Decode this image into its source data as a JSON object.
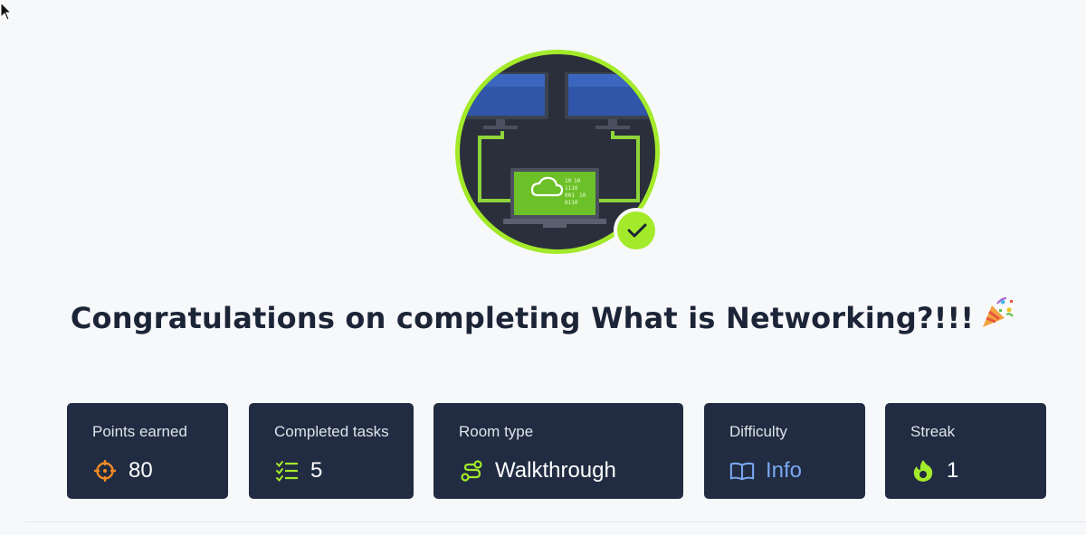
{
  "headline": {
    "text": "Congratulations on completing What is Networking?!!!",
    "emoji": "party-popper-icon"
  },
  "badge": {
    "icon": "networking-room-badge",
    "completed_icon": "check-icon",
    "screen_digits": [
      "10",
      "10",
      "1110",
      "001",
      "0110",
      "10"
    ]
  },
  "stats": [
    {
      "title": "Points earned",
      "value": "80",
      "icon": "target-icon"
    },
    {
      "title": "Completed tasks",
      "value": "5",
      "icon": "task-list-icon"
    },
    {
      "title": "Room type",
      "value": "Walkthrough",
      "icon": "route-icon"
    },
    {
      "title": "Difficulty",
      "value": "Info",
      "icon": "book-icon"
    },
    {
      "title": "Streak",
      "value": "1",
      "icon": "flame-icon"
    }
  ],
  "colors": {
    "background": "#f7f8fa",
    "card": "#212c42",
    "accent_green": "#a3ea2a",
    "points_orange": "#f08a24",
    "info_blue": "#7aa7f0",
    "headline": "#1c2538"
  }
}
